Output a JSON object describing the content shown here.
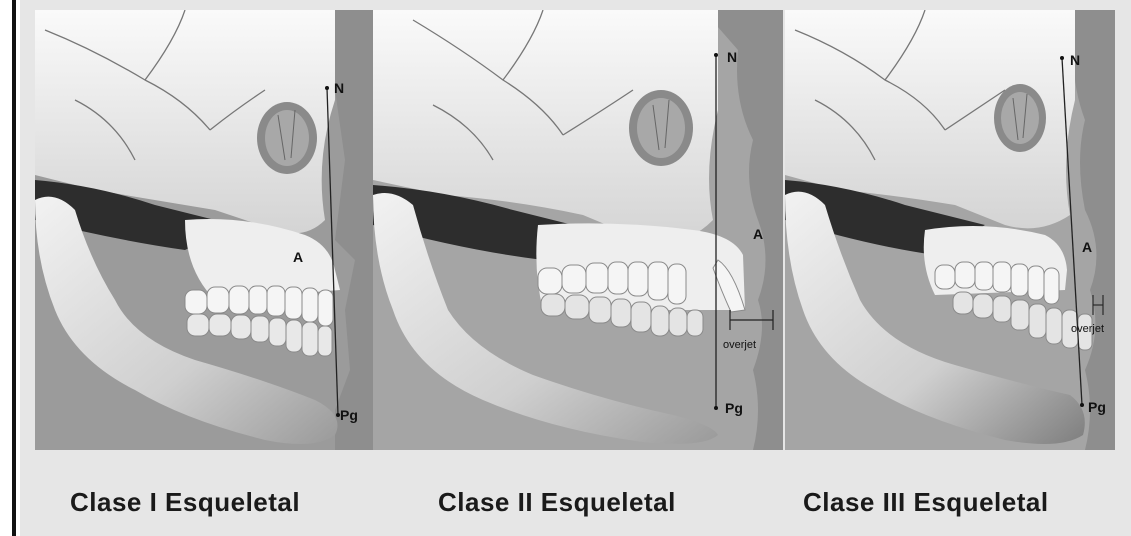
{
  "panels": [
    {
      "caption": "Clase I Esqueletal",
      "points": {
        "N": "N",
        "A": "A",
        "Pg": "Pg"
      }
    },
    {
      "caption": "Clase II Esqueletal",
      "points": {
        "N": "N",
        "A": "A",
        "Pg": "Pg"
      },
      "measure": "overjet"
    },
    {
      "caption": "Clase III Esqueletal",
      "points": {
        "N": "N",
        "A": "A",
        "Pg": "Pg"
      },
      "measure": "overjet"
    }
  ]
}
